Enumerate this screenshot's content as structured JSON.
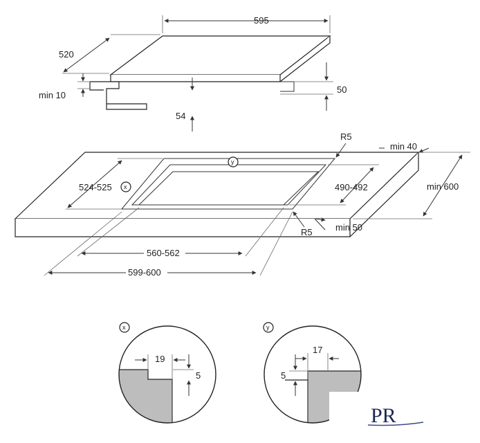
{
  "hob": {
    "width": "595",
    "depth": "520",
    "min_under": "min 10",
    "height_a": "54",
    "height_b": "50"
  },
  "cutout": {
    "radius_top": "R5",
    "radius_bottom": "R5",
    "min_back": "min 40",
    "min_front": "min 50",
    "min_depth": "min 600",
    "depth_range": "524-525",
    "inner_depth_range": "490-492",
    "inner_width_range": "560-562",
    "outer_width_range": "599-600",
    "marker_x": "x",
    "marker_y": "y"
  },
  "detail_x": {
    "marker": "x",
    "width": "19",
    "step": "5"
  },
  "detail_y": {
    "marker": "y",
    "width": "17",
    "step": "5"
  },
  "logo": {
    "text": "PR",
    "color": "#1c2755",
    "accent": "#3a4a8a"
  }
}
